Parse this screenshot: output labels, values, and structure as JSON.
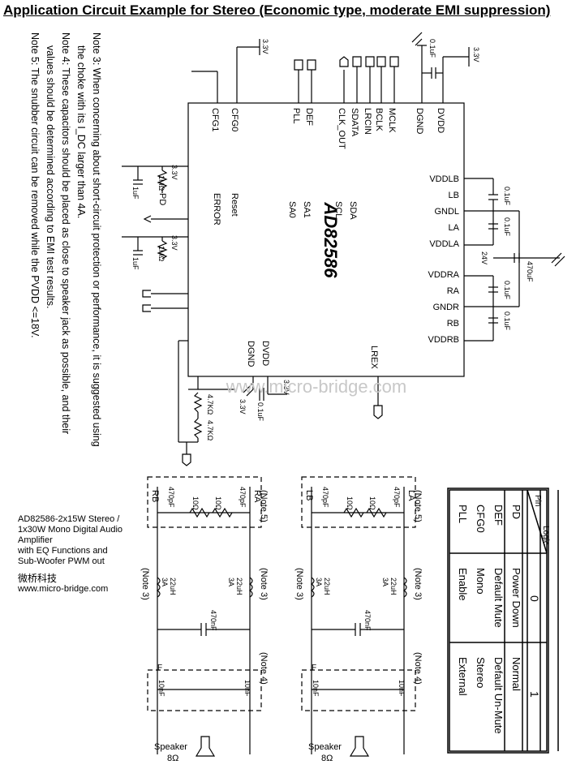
{
  "title": "Application Circuit Example for Stereo (Economic type, moderate EMI suppression)",
  "notes": [
    "Note 3: When concerning about short-circuit protection or performance, it is suggested using",
    "the choke with its I_DC larger than 4A.",
    "Note 4: These capacitors should be placed as close to speaker jack as possible, and their",
    "values should be determined according to EMI test results.",
    "Note 5: The snubber circuit can be removed while the PVDD <=18V."
  ],
  "chip": {
    "name": "AD82586",
    "top_pins": [
      "CFG1",
      "CFG0",
      "PLL",
      "DEF",
      "CLK_OUT",
      "SDATA",
      "LRCIN",
      "BCLK",
      "MCLK",
      "DGND",
      "DVDD"
    ],
    "left_pins": [
      "PD",
      "ERROR",
      "Reset",
      "SA0",
      "SA1",
      "SCL",
      "SDA"
    ],
    "bottom_pins": [
      "DGND",
      "DVDD",
      "LREX"
    ],
    "right_pins": [
      "VDDLB",
      "LB",
      "GNDL",
      "LA",
      "VDDLA",
      "VDDRA",
      "RA",
      "GNDR",
      "RB",
      "VDDRB"
    ]
  },
  "components": {
    "v33": "3.3V",
    "c01": "0.1uF",
    "c1u": "1uF",
    "r1m": "1MΩ",
    "r47k": "4.7KΩ",
    "v24": "24V",
    "c470u": "470uF"
  },
  "channels": [
    {
      "a": "RB",
      "b": "RA"
    },
    {
      "a": "LB",
      "b": "LA"
    }
  ],
  "output": {
    "snubber_c": "470pF",
    "snubber_r": "10Ω",
    "inductor": "22uH",
    "inductor_rating": "3A",
    "cap_mid": "470nF",
    "filter_c": "10nF",
    "filter_f": "F",
    "note3": "(Note 3)",
    "note4": "(Note 4)",
    "note5": "(Note 5)",
    "speaker": "Speaker",
    "speaker_ohm": "8Ω"
  },
  "logic_table": {
    "header_pin": "Pin",
    "header_logic": "Logic",
    "col0": "0",
    "col1": "1",
    "rows": [
      {
        "pin": "PD",
        "v0": "Power Down",
        "v1": "Normal"
      },
      {
        "pin": "DEF",
        "v0": "Default Mute",
        "v1": "Default Un-Mute"
      },
      {
        "pin": "CFG0",
        "v0": "Mono",
        "v1": "Stereo"
      },
      {
        "pin": "PLL",
        "v0": "Enable",
        "v1": "External"
      }
    ]
  },
  "description": {
    "lines": [
      "AD82586-2x15W Stereo /",
      "1x30W Mono Digital Audio",
      "Amplifier",
      "with EQ Functions and",
      "Sub-Woofer PWM out"
    ],
    "chinese": "微桥科技",
    "url": "www.micro-bridge.com"
  },
  "watermark": "www.micro-bridge.com"
}
